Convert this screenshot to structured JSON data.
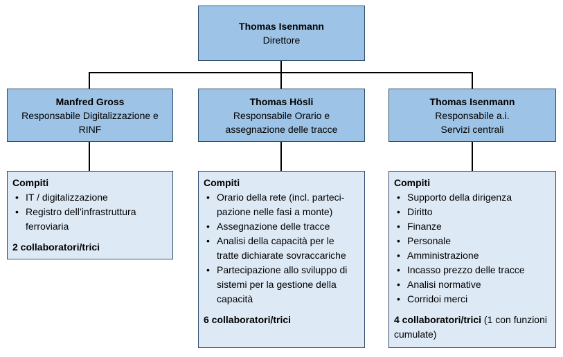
{
  "director": {
    "name": "Thomas Isenmann",
    "role": "Direttore"
  },
  "units": [
    {
      "name": "Manfred Gross",
      "role": "Responsabile Digitalizzazione e RINF",
      "tasks_title": "Compiti",
      "tasks": [
        "IT / digitalizzazione",
        "Registro dell’infrastruttura ferroviaria"
      ],
      "staff_count": "2 collaboratori/trici",
      "staff_note": ""
    },
    {
      "name": "Thomas Hösli",
      "role": "Responsabile Orario e assegnazione delle tracce",
      "tasks_title": "Compiti",
      "tasks": [
        "Orario della rete (incl. parteci­pazione nelle fasi a monte)",
        "Assegnazione delle tracce",
        "Analisi della capacità per le tratte dichiarate sovraccariche",
        "Partecipazione allo sviluppo di sistemi per la gestione della capacità"
      ],
      "staff_count": "6 collaboratori/trici",
      "staff_note": ""
    },
    {
      "name": "Thomas Isenmann",
      "role": "Responsabile a.i. Servizi centrali",
      "tasks_title": "Compiti",
      "tasks": [
        "Supporto della dirigenza",
        "Diritto",
        "Finanze",
        "Personale",
        "Amministrazione",
        "Incasso prezzo delle tracce",
        "Analisi normative",
        "Corridoi merci"
      ],
      "staff_count": "4 collaboratori/trici",
      "staff_note": " (1 con fun­zioni cumulate)"
    }
  ]
}
